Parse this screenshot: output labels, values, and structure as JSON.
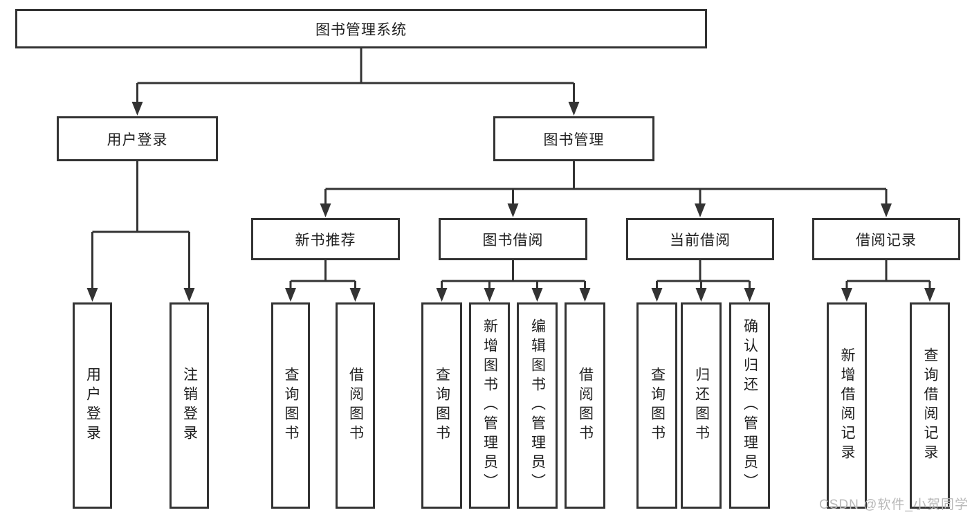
{
  "diagram": {
    "root": {
      "label": "图书管理系统"
    },
    "branches": [
      {
        "label": "用户登录",
        "children": [
          {
            "label": "用户登录"
          },
          {
            "label": "注销登录"
          }
        ]
      },
      {
        "label": "图书管理",
        "children": [
          {
            "label": "新书推荐",
            "children": [
              {
                "label": "查询图书"
              },
              {
                "label": "借阅图书"
              }
            ]
          },
          {
            "label": "图书借阅",
            "children": [
              {
                "label": "查询图书"
              },
              {
                "label": "新增图书（管理员）"
              },
              {
                "label": "编辑图书（管理员）"
              },
              {
                "label": "借阅图书"
              }
            ]
          },
          {
            "label": "当前借阅",
            "children": [
              {
                "label": "查询图书"
              },
              {
                "label": "归还图书"
              },
              {
                "label": "确认归还（管理员）"
              }
            ]
          },
          {
            "label": "借阅记录",
            "children": [
              {
                "label": "新增借阅记录"
              },
              {
                "label": "查询借阅记录"
              }
            ]
          }
        ]
      }
    ]
  },
  "watermark": {
    "text": "CSDN @软件_小贺同学"
  },
  "colors": {
    "line": "#333333",
    "text": "#1f1f1f",
    "box_background": "#ffffff",
    "watermark": "#b8b8b8",
    "background": "#ffffff"
  }
}
